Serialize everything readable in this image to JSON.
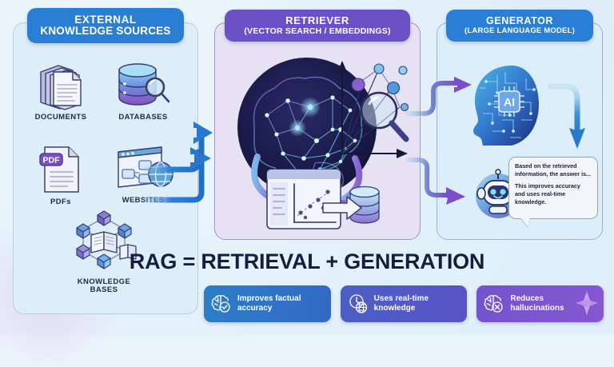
{
  "diagram": {
    "banner_text": "RAG = RETRIEVAL + GENERATION"
  },
  "panels": {
    "left": {
      "header_line1": "EXTERNAL",
      "header_line2": "KNOWLEDGE SOURCES",
      "header_color": "#2a7fd4",
      "background_color": "#ddeef8",
      "sources": [
        {
          "id": "documents",
          "label": "DOCUMENTS",
          "icon": "documents-stack-icon"
        },
        {
          "id": "databases",
          "label": "DATABASES",
          "icon": "database-search-icon"
        },
        {
          "id": "pdfs",
          "label": "PDFs",
          "icon": "pdf-file-icon",
          "badge": "PDF"
        },
        {
          "id": "websites",
          "label": "WEBSITES",
          "icon": "website-globe-icon"
        },
        {
          "id": "knowledge-bases",
          "label_line1": "KNOWLEDGE",
          "label_line2": "BASES",
          "icon": "knowledge-graph-book-icon"
        }
      ]
    },
    "center": {
      "header_line1": "RETRIEVER",
      "header_line2": "(VECTOR SEARCH / EMBEDDINGS)",
      "header_color": "#6a51c8",
      "background_color": "#e6e2f4",
      "art": {
        "neural_brain": "neural-network-brain-icon",
        "vector_plot": "vector-space-scatter-icon",
        "magnifier": "magnifying-glass-icon",
        "chart_window": "chart-window-icon",
        "database": "database-cylinder-icon",
        "recycle_arrows": "circular-arrows-icon"
      }
    },
    "right": {
      "header_line1": "GENERATOR",
      "header_line2": "(LARGE LANGUAGE MODEL)",
      "header_color": "#2a7fd4",
      "background_color": "#dceef9",
      "ai_chip_label": "AI",
      "bot_icon": "chatbot-icon",
      "bubble": {
        "line1": "Based on the retrieved information, the answer is...",
        "line2": "This improves accuracy and uses real-time knowledge."
      }
    }
  },
  "flow_arrows": [
    {
      "id": "sources-to-retriever-top",
      "color": "#2f80d8"
    },
    {
      "id": "sources-to-retriever-bottom",
      "color": "#2f80d8"
    },
    {
      "id": "retriever-to-llm",
      "color": "#6a51c8"
    },
    {
      "id": "retriever-to-bot",
      "color": "#6a51c8"
    },
    {
      "id": "llm-to-answer",
      "color": "#2f80d8"
    }
  ],
  "benefits": [
    {
      "id": "accuracy",
      "label_line1": "Improves factual",
      "label_line2": "accuracy",
      "icon": "brain-check-icon",
      "color": "#2d7ec8"
    },
    {
      "id": "realtime",
      "label_line1": "Uses real-time",
      "label_line2": "knowledge",
      "icon": "clock-globe-icon",
      "color": "#4a5fc4"
    },
    {
      "id": "hallucinations",
      "label_line1": "Reduces",
      "label_line2": "hallucinations",
      "icon": "brain-cross-icon",
      "color": "#7254cd"
    }
  ]
}
